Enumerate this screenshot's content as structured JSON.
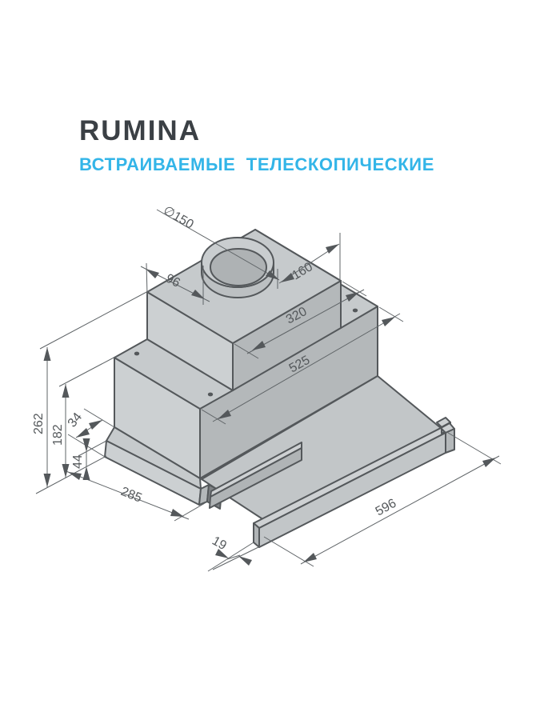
{
  "header": {
    "brand": "RUMINA",
    "subtitle": "ВСТРАИВАЕМЫЕ  ТЕЛЕСКОПИЧЕСКИЕ"
  },
  "dimensions": {
    "duct_diameter": "∅150",
    "duct_offset_left": "96",
    "duct_offset_back": "160",
    "motor_box_width": "320",
    "body_width": "525",
    "total_height": "262",
    "body_height": "182",
    "bottom_step": "34",
    "base_height": "44",
    "base_depth": "285",
    "visor_width": "596",
    "visor_thickness": "19"
  },
  "colors": {
    "accent_cyan": "#33b5e8",
    "ink": "#54585b",
    "face_top": "#c6cacc",
    "face_left": "#ccd0d2",
    "face_front": "#b4b8ba"
  }
}
